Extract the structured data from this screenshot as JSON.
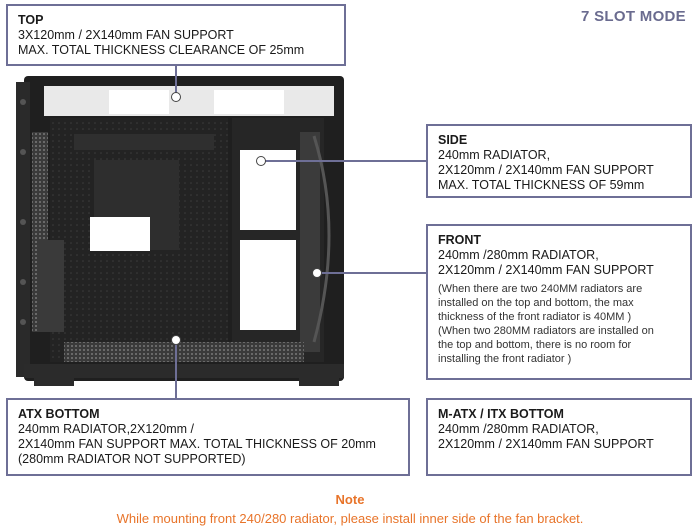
{
  "mode_label": "7 SLOT MODE",
  "top": {
    "title": "TOP",
    "lines": [
      "3X120mm / 2X140mm FAN SUPPORT",
      "MAX. TOTAL THICKNESS CLEARANCE OF 25mm"
    ]
  },
  "side": {
    "title": "SIDE",
    "lines": [
      "240mm RADIATOR,",
      "2X120mm / 2X140mm FAN SUPPORT",
      "MAX. TOTAL THICKNESS OF 59mm"
    ]
  },
  "front": {
    "title": "FRONT",
    "lines": [
      "240mm /280mm RADIATOR,",
      "2X120mm / 2X140mm FAN SUPPORT"
    ],
    "notes": [
      "(When there are two 240MM radiators are",
      "installed on the top and bottom, the max",
      "thickness of the front radiator is 40MM )",
      "(When two 280MM radiators are installed on",
      "the top and bottom, there is no room for",
      "installing the front radiator )"
    ]
  },
  "atx_bottom": {
    "title": "ATX BOTTOM",
    "lines": [
      "240mm RADIATOR,2X120mm /",
      "2X140mm FAN SUPPORT MAX. TOTAL THICKNESS OF 20mm",
      "(280mm RADIATOR NOT SUPPORTED)"
    ]
  },
  "matx_bottom": {
    "title": "M-ATX / ITX BOTTOM",
    "lines": [
      "240mm /280mm RADIATOR,",
      "2X120mm / 2X140mm FAN SUPPORT"
    ]
  },
  "footer": {
    "note_title": "Note",
    "note_text": "While mounting front 240/280 radiator, please install inner side of the fan bracket."
  },
  "colors": {
    "box_border": "#6e6f96",
    "note": "#e8742a",
    "case_body": "#2b2b2b"
  }
}
